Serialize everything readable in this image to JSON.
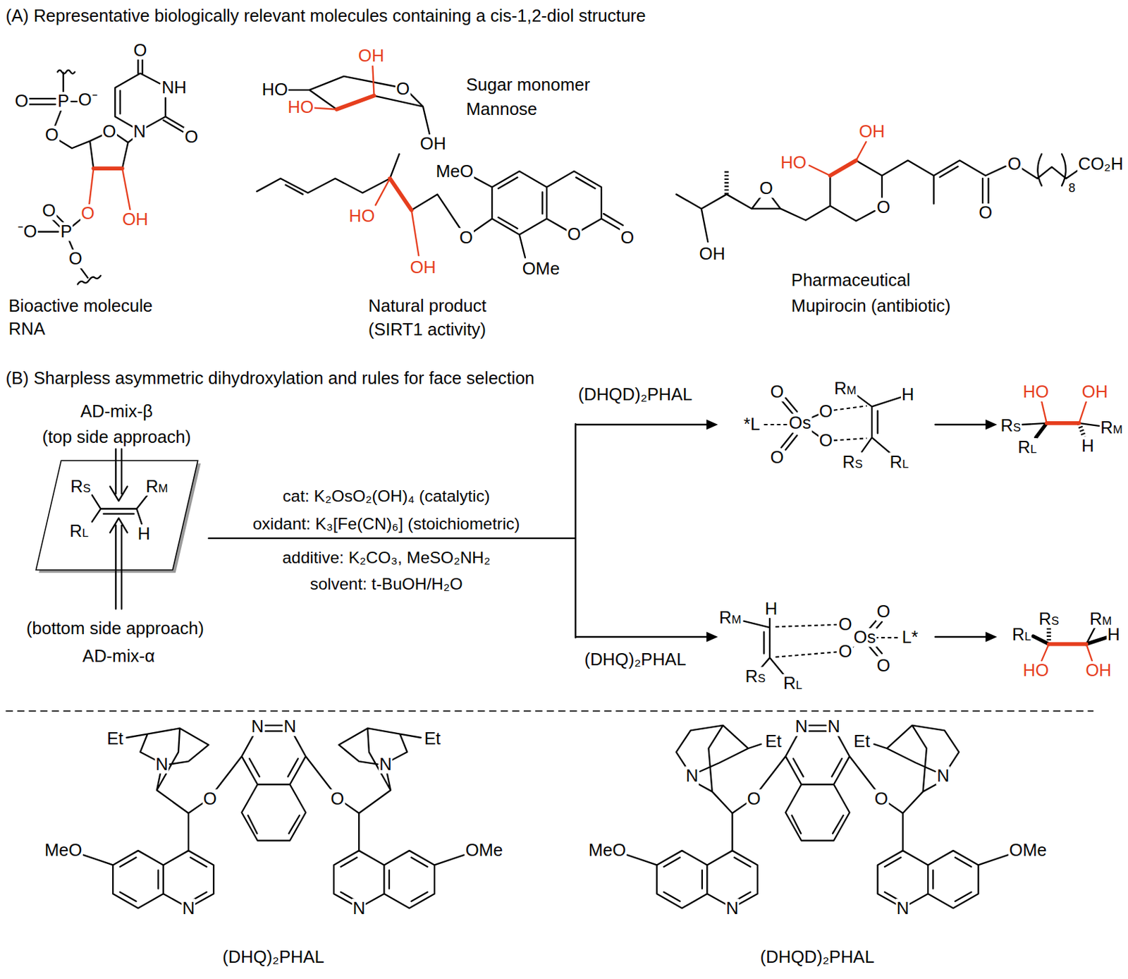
{
  "diagram": {
    "nodes": [
      {
        "text": [
          "RS",
          "RM",
          "RL",
          "H"
        ]
      }
    ],
    "labels": [
      "(A) Representative biologically relevant molecules containing a cis-1,2-diol structure",
      "O",
      "P",
      "O⁻",
      "O",
      "O",
      "N",
      "NH",
      "O",
      "O",
      "O",
      "OH",
      "O",
      "P",
      "⁻O",
      "O",
      "Bioactive molecule",
      "RNA",
      "HO",
      "OH",
      "O",
      "HO",
      "OH",
      "Sugar monomer",
      "Mannose",
      "MeO",
      "HO",
      "O",
      "O",
      "O",
      "OH",
      "OMe",
      "Natural product",
      "(SIRT1 activity)",
      "OH",
      "HO",
      "O",
      "O",
      "O",
      "O",
      "8",
      "CO₂H",
      "OH",
      "Pharmaceutical",
      "Mupirocin (antibiotic)",
      "(B) Sharpless asymmetric dihydroxylation and rules for face selection",
      "AD-mix-β",
      "(top side approach)",
      "(bottom side approach)",
      "AD-mix-α",
      "cat: K₂OsO₂(OH)₄ (catalytic)",
      "oxidant: K₃[Fe(CN)₆] (stoichiometric)",
      "additive: K₂CO₃, MeSO₂NH₂",
      "solvent: t-BuOH/H₂O",
      "(DHQD)₂PHAL",
      "(DHQ)₂PHAL",
      "O",
      "*L",
      "Os",
      "O",
      "O",
      "O",
      "RM",
      "H",
      "RS",
      "RL",
      "HO",
      "OH",
      "RS",
      "RL",
      "RM",
      "H",
      "RM",
      "H",
      "O",
      "O",
      "Os",
      "O",
      "L*",
      "O",
      "RS",
      "RL",
      "RS",
      "RL",
      "RM",
      "H",
      "HO",
      "OH",
      "Et",
      "N",
      "N",
      "N",
      "O",
      "O",
      "Et",
      "N",
      "MeO",
      "N",
      "N",
      "OMe",
      "(DHQ)₂PHAL",
      "Et",
      "N",
      "N",
      "N",
      "Et",
      "O",
      "O",
      "N",
      "MeO",
      "N",
      "N",
      "OMe",
      "(DHQD)₂PHAL"
    ]
  }
}
